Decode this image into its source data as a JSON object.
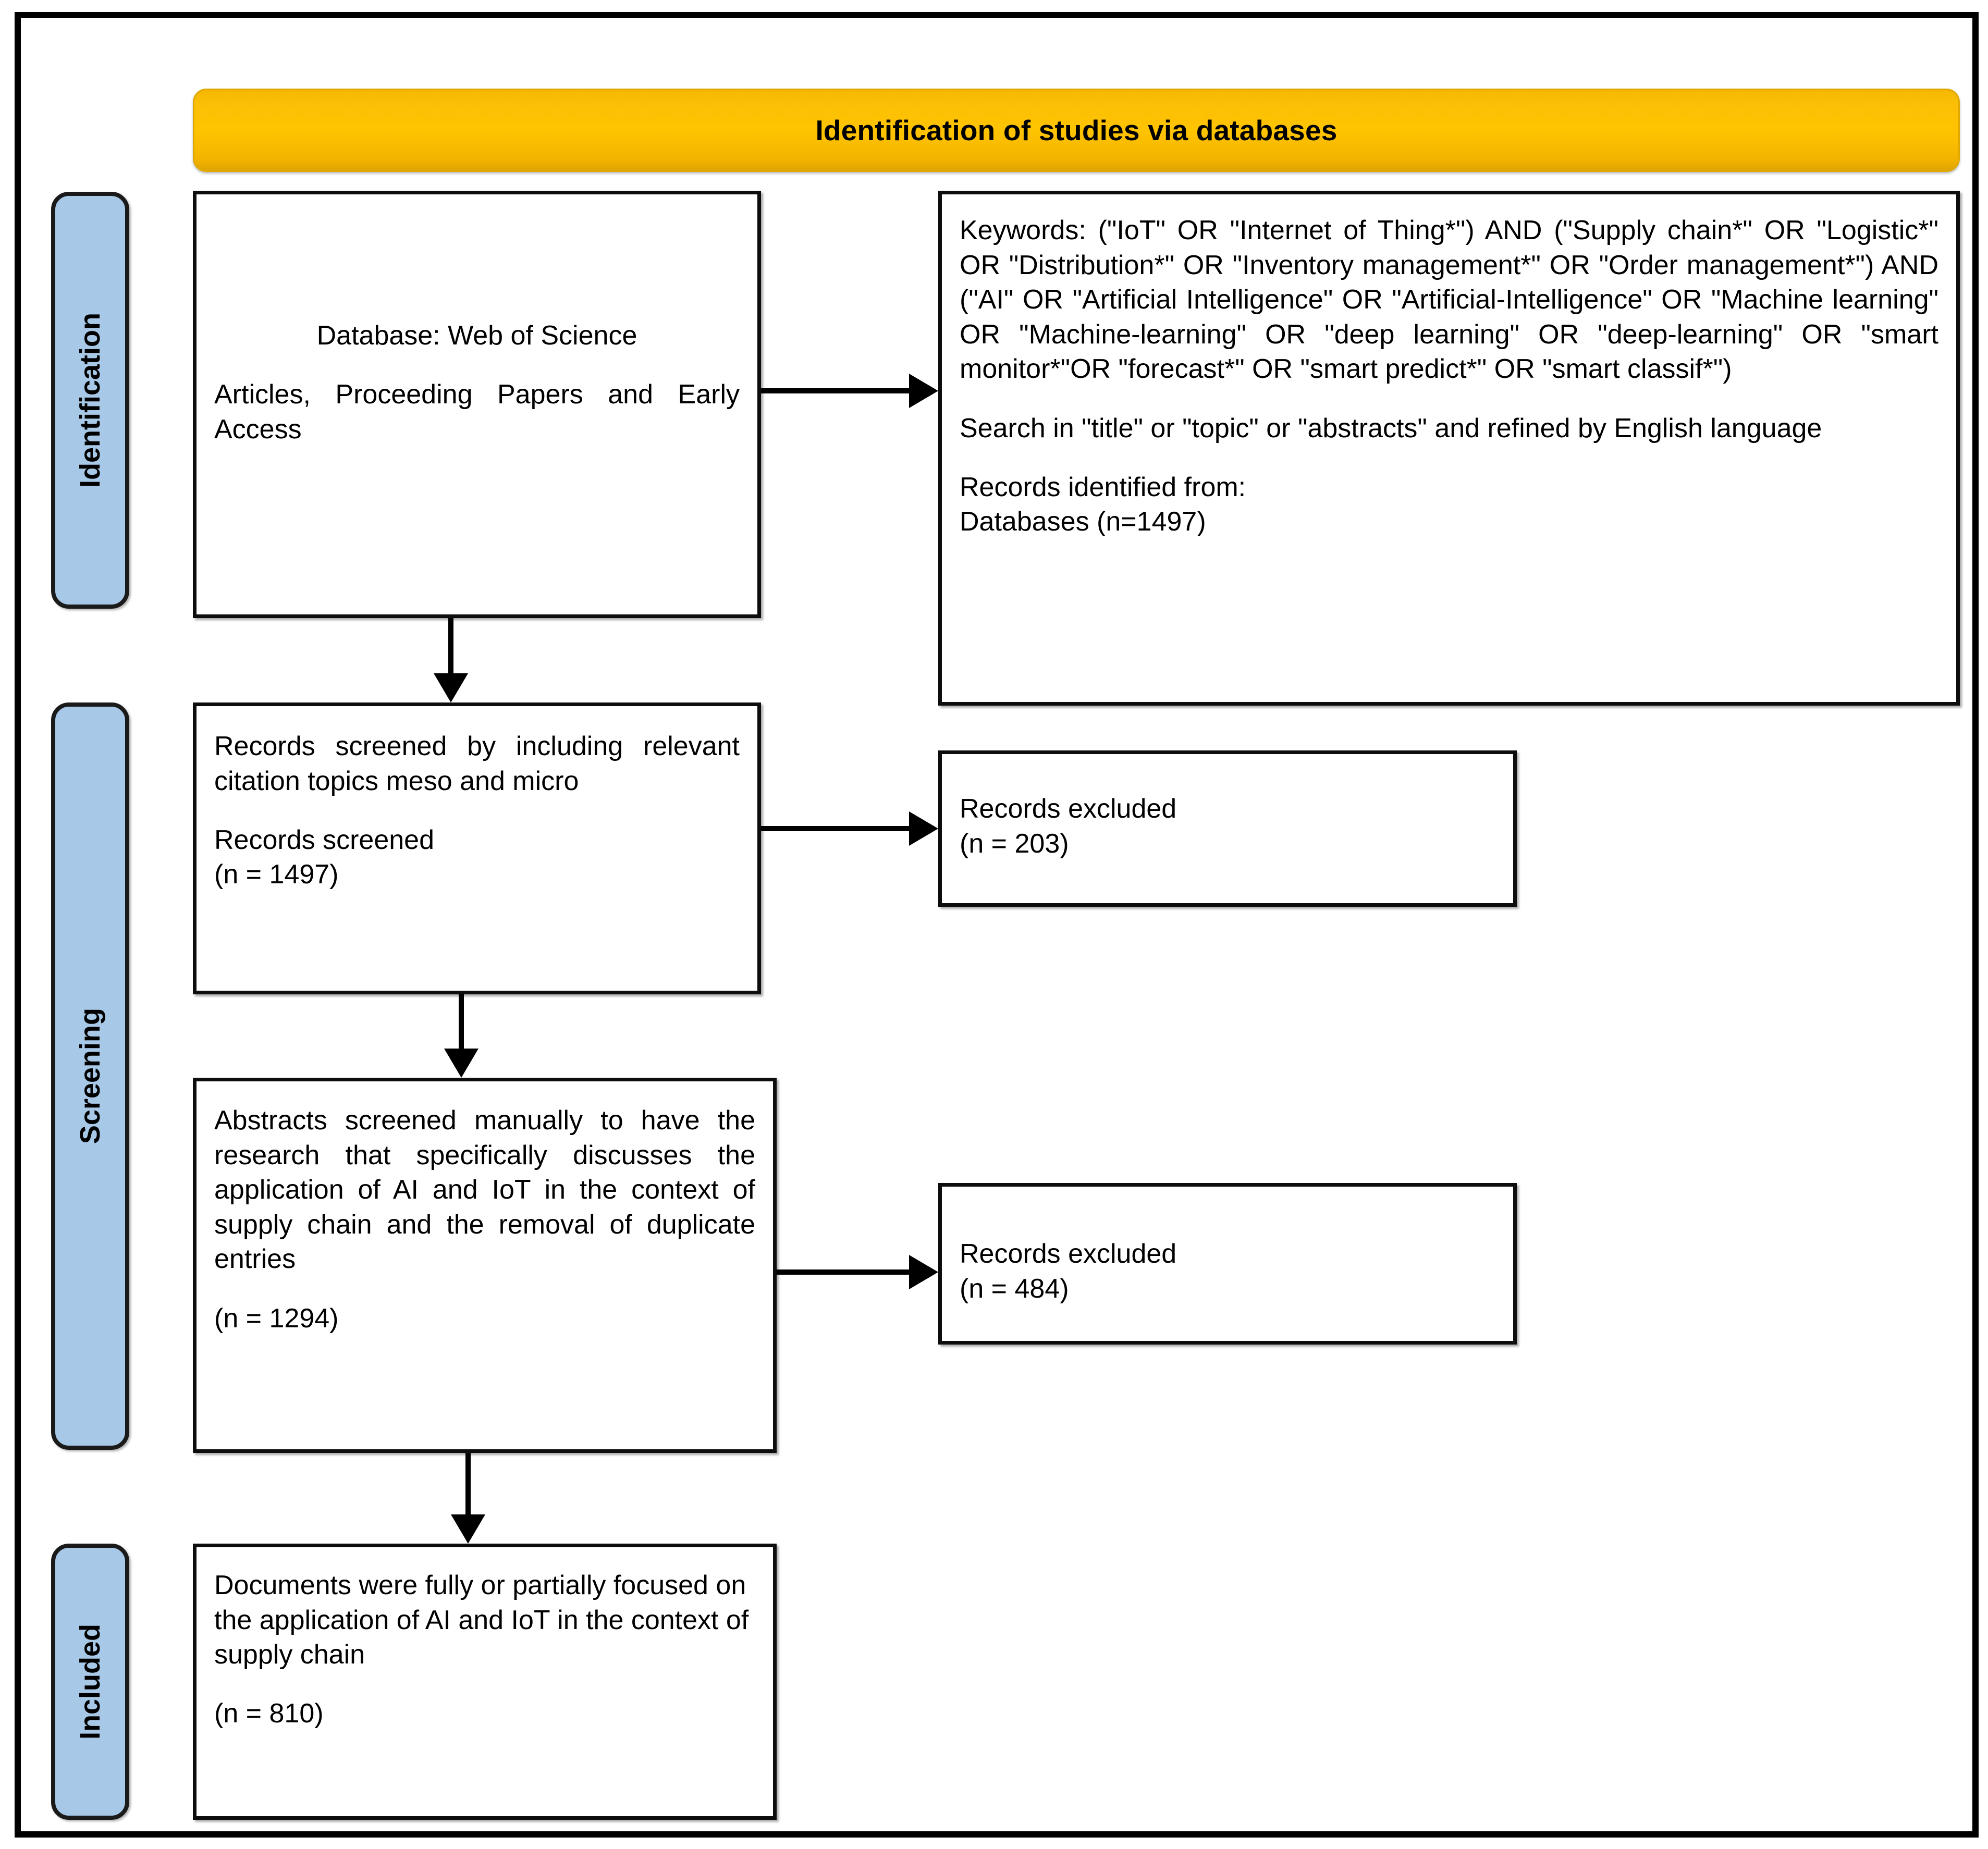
{
  "diagram": {
    "title": "Identification of studies via databases",
    "colors": {
      "banner": "#ffc400",
      "stage_pill": "#a8c8e8",
      "box_border": "#0d0d0d",
      "box_fill": "#ffffff",
      "arrow": "#000000"
    },
    "stages": [
      {
        "key": "identification",
        "label": "Identification"
      },
      {
        "key": "screening",
        "label": "Screening"
      },
      {
        "key": "included",
        "label": "Included"
      }
    ],
    "boxes": {
      "database": {
        "line1": "Database: Web of Science",
        "line2": "Articles, Proceeding Papers and Early Access"
      },
      "keywords": {
        "query": "Keywords: (\"IoT\" OR \"Internet of Thing*\") AND (\"Supply chain*\" OR \"Logistic*\" OR \"Distribution*\" OR \"Inventory management*\" OR \"Order management*\") AND (\"AI\" OR \"Artificial Intelligence\" OR \"Artificial-Intelligence\" OR \"Machine learning\" OR \"Machine-learning\" OR \"deep learning\" OR \"deep-learning\" OR \"smart monitor*\"OR \"forecast*\" OR \"smart predict*\" OR \"smart classif*\")",
        "scope": "Search in \"title\" or \"topic\" or \"abstracts\" and refined by English language",
        "identified_label": "Records identified from:",
        "identified_value": "Databases (n=1497)"
      },
      "records_screened": {
        "criteria": "Records screened by including relevant citation topics meso and micro",
        "label": "Records screened",
        "count": "(n = 1497)"
      },
      "excluded_1": {
        "label": "Records excluded",
        "count": "(n = 203)"
      },
      "abstracts": {
        "criteria": "Abstracts screened manually to have the research that specifically discusses the application of AI and IoT in the context of supply chain and the removal of duplicate entries",
        "count": "(n = 1294)"
      },
      "excluded_2": {
        "label": "Records excluded",
        "count": "(n = 484)"
      },
      "documents": {
        "criteria": "Documents were fully or partially focused on the application of AI and IoT in the context of supply chain",
        "count": "(n = 810)"
      }
    },
    "arrows": [
      {
        "name": "database-to-keywords",
        "direction": "right"
      },
      {
        "name": "database-to-records-screened",
        "direction": "down"
      },
      {
        "name": "records-screened-to-excluded-203",
        "direction": "right"
      },
      {
        "name": "records-screened-to-abstracts",
        "direction": "down"
      },
      {
        "name": "abstracts-to-excluded-484",
        "direction": "right"
      },
      {
        "name": "abstracts-to-documents",
        "direction": "down"
      }
    ]
  }
}
